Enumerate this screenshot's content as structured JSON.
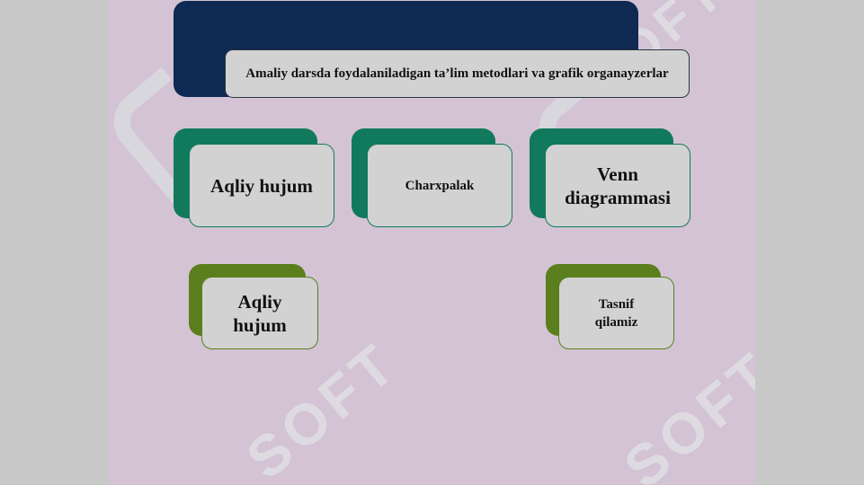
{
  "title": "Amaliy darsda foydalaniladigan ta’lim metodlari va grafik organayzerlar",
  "methods": [
    {
      "label": "Aqliy hujum"
    },
    {
      "label": "Charxpalak"
    },
    {
      "label": "Venn diagrammasi"
    }
  ],
  "sub_items": [
    {
      "label": "Aqliy hujum"
    },
    {
      "label": "Tasnif qilamiz"
    }
  ],
  "watermark": "SOFT",
  "colors": {
    "background": "#d3c3d5",
    "title_back": "#0f2a52",
    "green": "#127a5c",
    "olive": "#5a7f1c",
    "card_face": "#d2d2d2"
  }
}
